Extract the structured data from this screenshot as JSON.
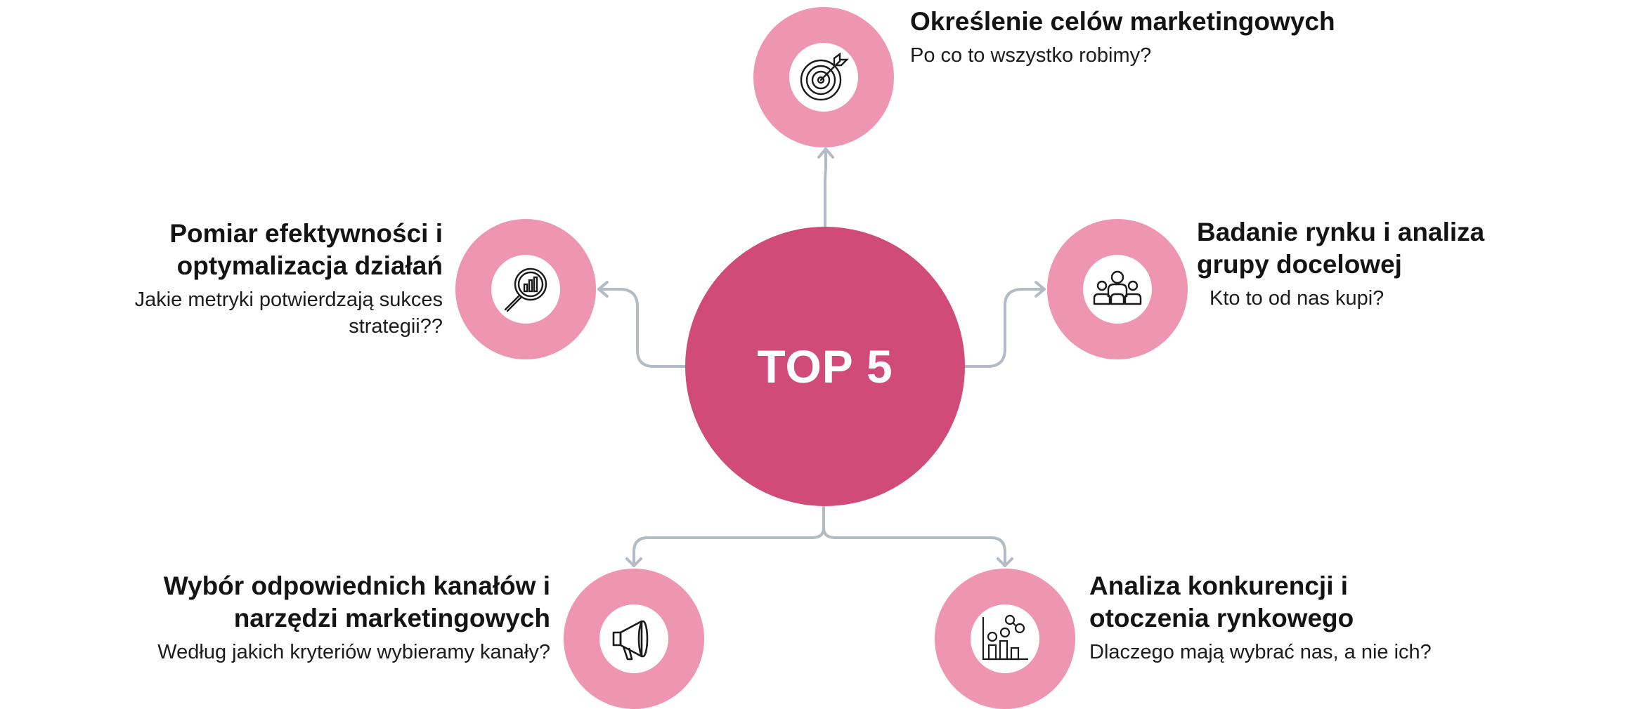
{
  "center": {
    "label": "TOP 5"
  },
  "nodes": [
    {
      "title": "Określenie celów marketingowych",
      "subtitle": "Po co to wszystko robimy?",
      "icon": "target-icon"
    },
    {
      "title_lines": [
        "Badanie rynku i analiza",
        "grupy docelowej"
      ],
      "subtitle": "Kto to od nas kupi?",
      "icon": "people-group-icon"
    },
    {
      "title_lines": [
        "Analiza konkurencji i",
        "otoczenia rynkowego"
      ],
      "subtitle": "Dlaczego mają wybrać nas, a nie ich?",
      "icon": "competitor-analysis-icon"
    },
    {
      "title_lines": [
        "Wybór odpowiednich kanałów i",
        "narzędzi marketingowych"
      ],
      "subtitle": "Według jakich kryteriów wybieramy kanały?",
      "icon": "megaphone-icon"
    },
    {
      "title_lines": [
        "Pomiar efektywności i",
        "optymalizacja działań"
      ],
      "subtitle_lines": [
        "Jakie metryki potwierdzają sukces",
        "strategii??"
      ],
      "icon": "magnifier-chart-icon"
    }
  ],
  "colors": {
    "center": "#d04b78",
    "node_ring": "#ee95b1",
    "connector": "#b3bcc4",
    "text": "#141414"
  }
}
